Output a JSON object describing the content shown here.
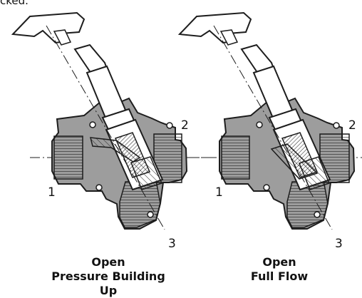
{
  "top_text": "cked.",
  "valves": [
    {
      "labels": {
        "port_1": "1",
        "port_2": "2",
        "port_3": "3"
      },
      "caption": {
        "line1": "Open",
        "line2": "Pressure Building Up"
      }
    },
    {
      "labels": {
        "port_1": "1",
        "port_2": "2",
        "port_3": "3"
      },
      "caption": {
        "line1": "Open",
        "line2": "Full Flow"
      }
    }
  ],
  "colors": {
    "body_fill": "#9d9d9d",
    "part_fill": "#ffffff",
    "line": "#1d1d1d",
    "hatch": "#3b3b3b"
  }
}
